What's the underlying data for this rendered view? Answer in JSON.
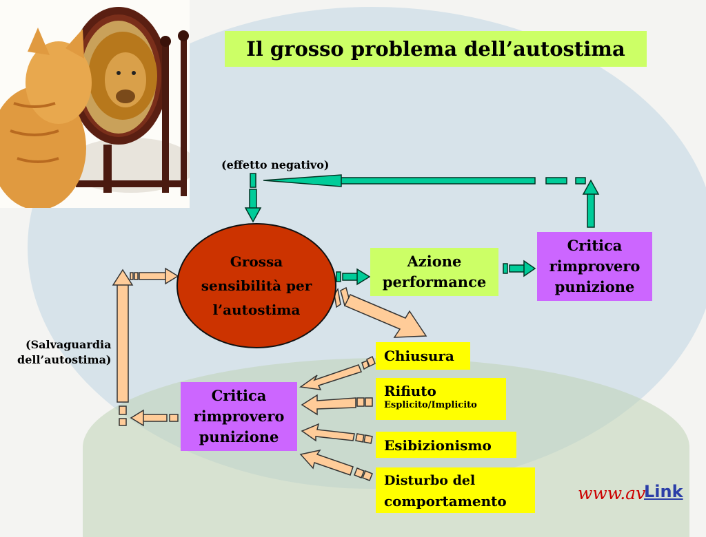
{
  "title": "Il grosso problema dell’autostima",
  "center_circle": {
    "line1": "Grossa",
    "line2": "sensibilità per",
    "line3": "l’autostima"
  },
  "azione": {
    "line1": "Azione",
    "line2": "performance"
  },
  "critica_top": {
    "line1": "Critica",
    "line2": "rimprovero",
    "line3": "punizione"
  },
  "critica_bottom": {
    "line1": "Critica",
    "line2": "rimprovero",
    "line3": "punizione"
  },
  "effetto_label": "(effetto negativo)",
  "salvaguardia": {
    "line1": "(Salvaguardia",
    "line2": "dell’autostima)"
  },
  "reactions": {
    "chiusura": "Chiusura",
    "rifiuto": "Rifiuto",
    "rifiuto_sub": "Esplicito/Implicito",
    "esibizionismo": "Esibizionismo",
    "disturbo_line1": "Disturbo del",
    "disturbo_line2": "comportamento"
  },
  "watermark": "www.av",
  "link_label": "Link",
  "colors": {
    "title_bg": "#ccff66",
    "purple": "#cc66ff",
    "yellow": "#ffff00",
    "circle": "#cc3300",
    "arrow_green": "#00cc99",
    "arrow_peach": "#ffcc99"
  }
}
